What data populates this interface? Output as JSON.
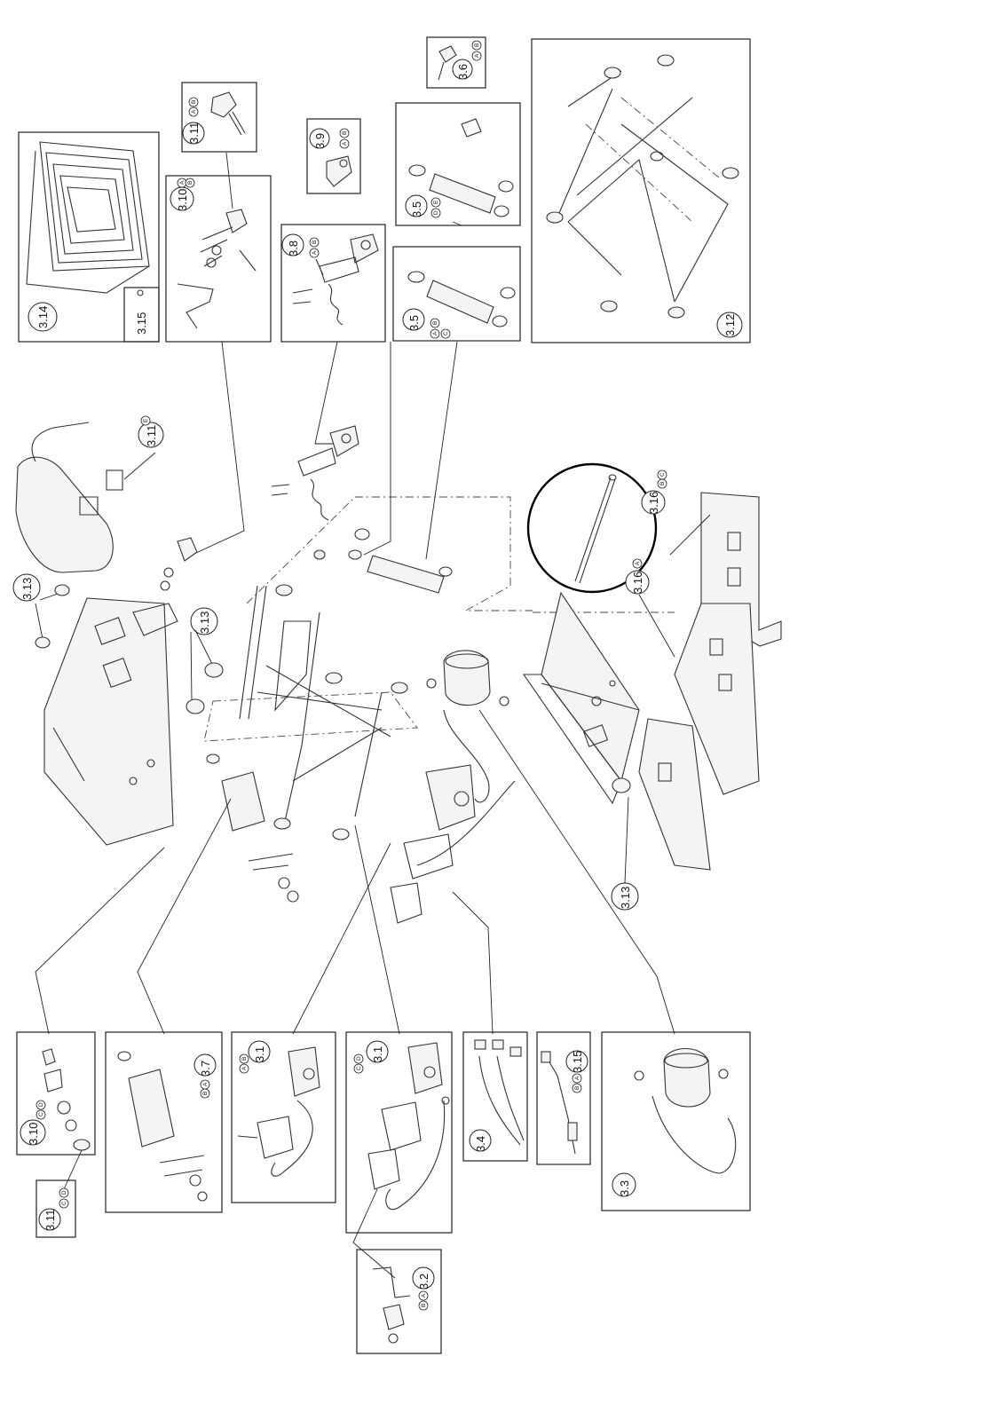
{
  "labels": {
    "l3_14": "3.14",
    "l3_15_top": "3.15",
    "l3_11_ab": "3.11",
    "l3_10_ab": "3.10",
    "l3_9": "3.9",
    "l3_8": "3.8",
    "l3_6": "3.6",
    "l3_5_de": "3.5",
    "l3_5_abc": "3.5",
    "l3_12": "3.12",
    "l3_11_e": "3.11",
    "l3_13_left": "3.13",
    "l3_13_mid": "3.13",
    "l3_16_bc": "3.16",
    "l3_16_a": "3.16",
    "l3_13_right": "3.13",
    "l3_10_cd": "3.10",
    "l3_11_cd": "3.11",
    "l3_7": "3.7",
    "l3_1_ab": "3.1",
    "l3_1_cd": "3.1",
    "l3_4": "3.4",
    "l3_15_bottom": "3.15",
    "l3_3": "3.3",
    "l3_2": "3.2"
  },
  "variants": {
    "ab": [
      "A",
      "B"
    ],
    "de": [
      "D",
      "E"
    ],
    "abc": [
      "A",
      "B",
      "C"
    ],
    "e": [
      "E"
    ],
    "bc": [
      "B",
      "C"
    ],
    "a": [
      "A"
    ],
    "cd": [
      "C",
      "D"
    ]
  }
}
